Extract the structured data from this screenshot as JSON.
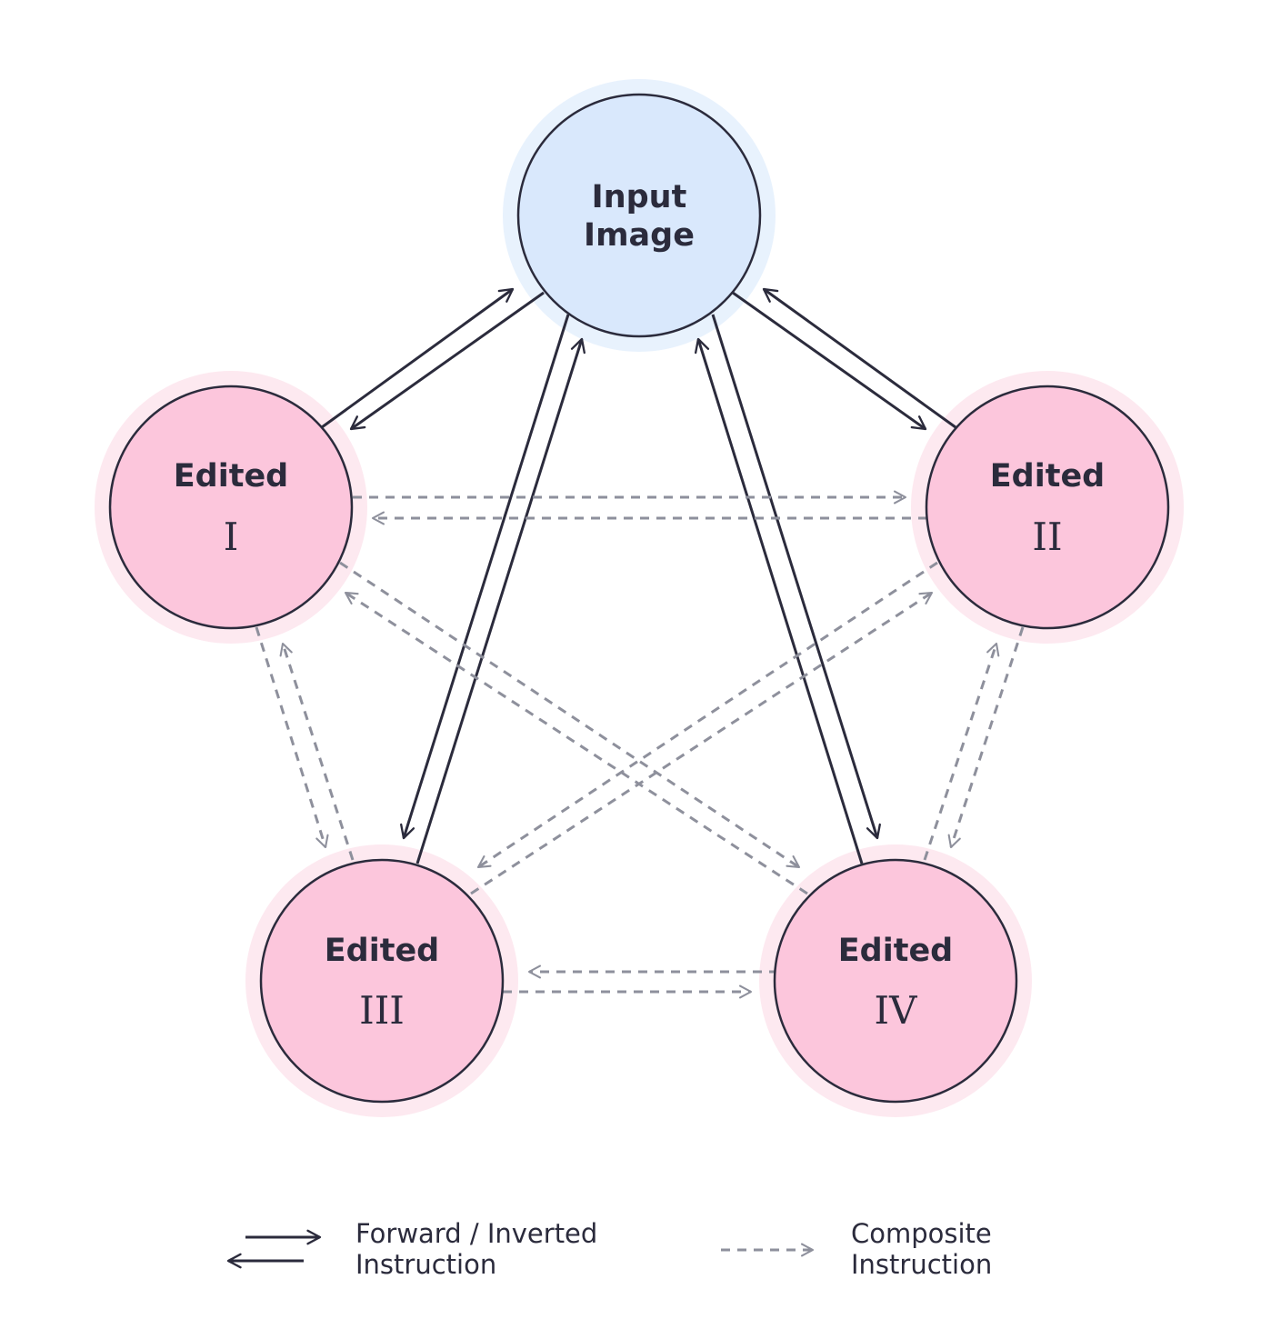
{
  "nodes": {
    "input": {
      "title_line1": "Input",
      "title_line2": "Image"
    },
    "edited1": {
      "title": "Edited",
      "numeral": "I"
    },
    "edited2": {
      "title": "Edited",
      "numeral": "II"
    },
    "edited3": {
      "title": "Edited",
      "numeral": "III"
    },
    "edited4": {
      "title": "Edited",
      "numeral": "IV"
    }
  },
  "legend": {
    "solid": {
      "line1": "Forward / Inverted",
      "line2": "Instruction"
    },
    "dashed": {
      "line1": "Composite",
      "line2": "Instruction"
    }
  },
  "colors": {
    "input_fill": "#d9e8fc",
    "input_halo": "#e8f2fd",
    "edited_fill": "#fcc6dc",
    "edited_halo": "#fde9f0",
    "outline": "#2b2b3c",
    "solid_arrow": "#2b2b3c",
    "dashed_arrow": "#8e909c"
  }
}
